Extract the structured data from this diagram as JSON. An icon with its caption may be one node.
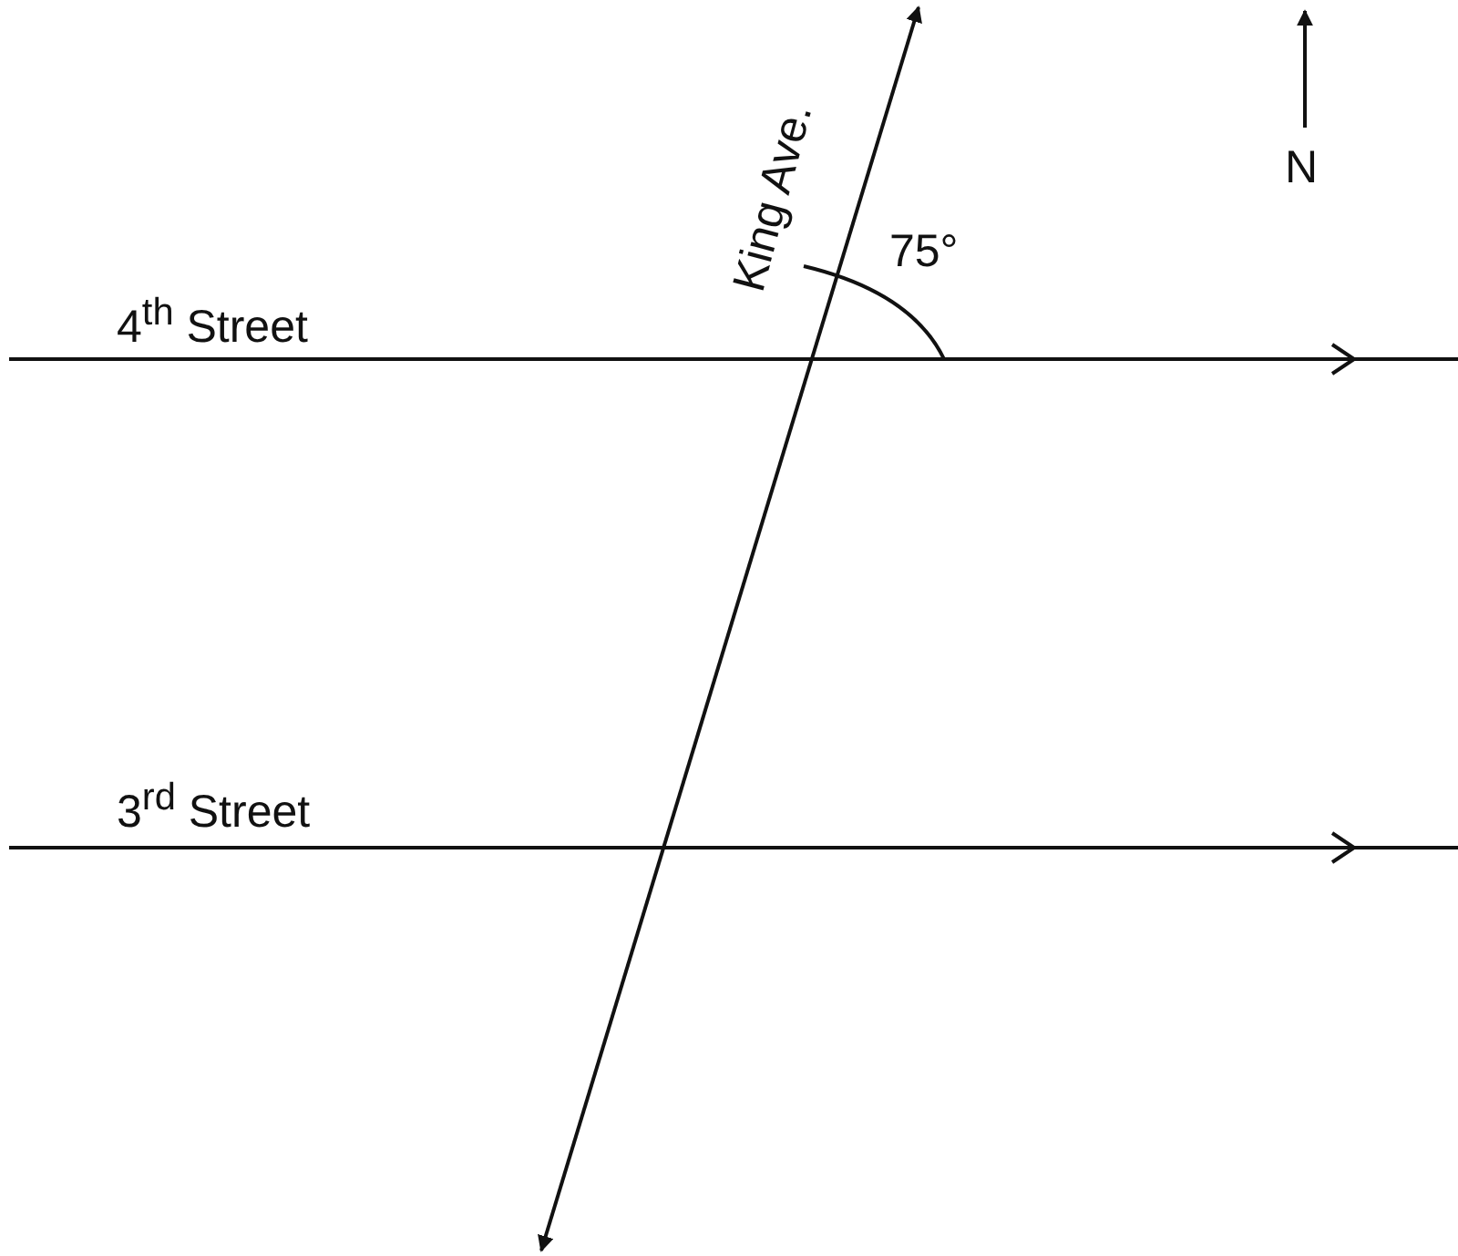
{
  "diagram": {
    "labels": [
      "King Ave.",
      "N",
      "75°",
      "4$^{th}$ Street",
      "3$^{rd}$ Street"
    ]
  }
}
